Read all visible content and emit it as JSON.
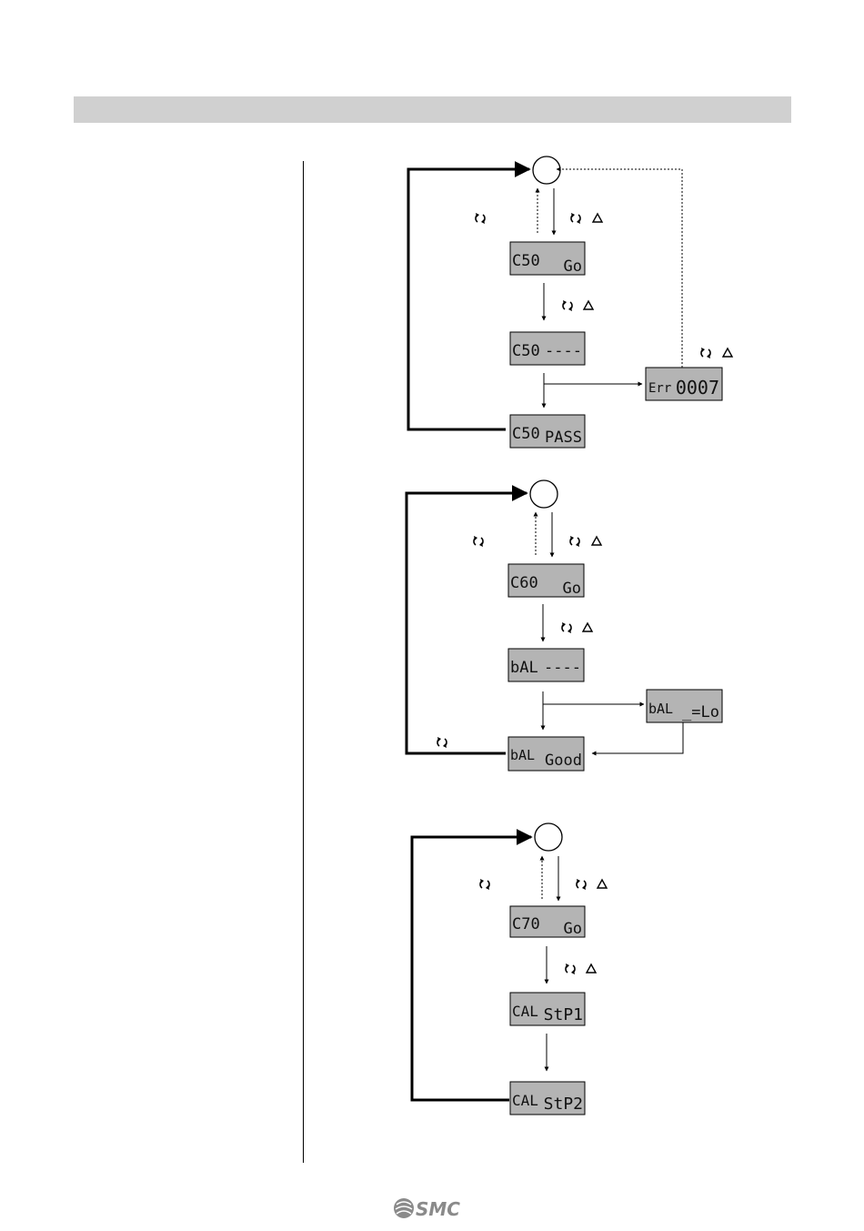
{
  "header": {
    "color": "#d0d0d0"
  },
  "lcd_background": "#b4b4b4",
  "icons": {
    "rotate": "rotate-arrows-icon",
    "up": "up-triangle-icon"
  },
  "flow_cs0": {
    "screen1": {
      "left": "C50",
      "right": "Go"
    },
    "screen2": {
      "left": "C50",
      "right": "----"
    },
    "screen3": {
      "left": "C50",
      "right": "PASS"
    },
    "error": {
      "left": "Err",
      "right": "0007"
    }
  },
  "flow_c60": {
    "screen1": {
      "left": "C60",
      "right": "Go"
    },
    "screen2": {
      "left": "bAL",
      "right": "----"
    },
    "screen3": {
      "left": "bAL",
      "right": "Good"
    },
    "error": {
      "left": "bAL",
      "right": "_=Lo"
    }
  },
  "flow_c70": {
    "screen1": {
      "left": "C70",
      "right": "Go"
    },
    "screen2": {
      "left": "CAL",
      "right": "StP1"
    },
    "screen3": {
      "left": "CAL",
      "right": "StP2"
    }
  },
  "footer": {
    "logo_text": "SMC"
  }
}
